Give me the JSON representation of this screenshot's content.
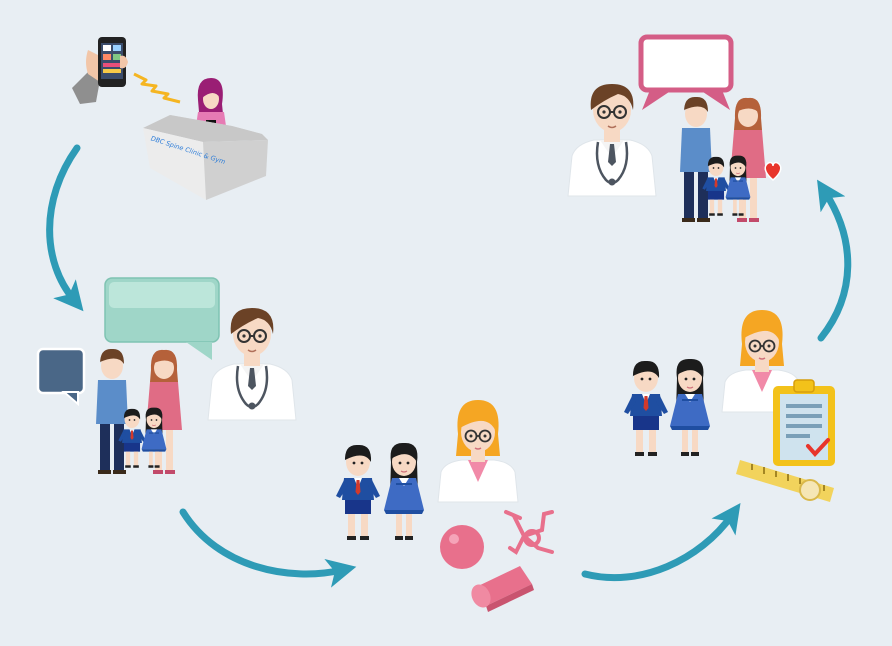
{
  "diagram": {
    "type": "cycle",
    "reception_sign": "DBC Spine Clinic & Gym",
    "steps": [
      {
        "id": "booking"
      },
      {
        "id": "consultation"
      },
      {
        "id": "exercise-therapy"
      },
      {
        "id": "assessment"
      },
      {
        "id": "review"
      }
    ]
  },
  "colors": {
    "background": "#e8eef3",
    "arrow": "#2e9bb6",
    "speech_pink": "#d45d86",
    "speech_mint": "#9fd6c8",
    "speech_navy": "#4a6787",
    "skin": "#f7d9c4",
    "hair_brown": "#6b4226",
    "hair_black": "#1c1c1c",
    "hair_orange": "#f5a623",
    "uniform_blue": "#1f4ea1",
    "pink_equipment": "#e8708c",
    "clipboard_yellow": "#f3c21a"
  }
}
